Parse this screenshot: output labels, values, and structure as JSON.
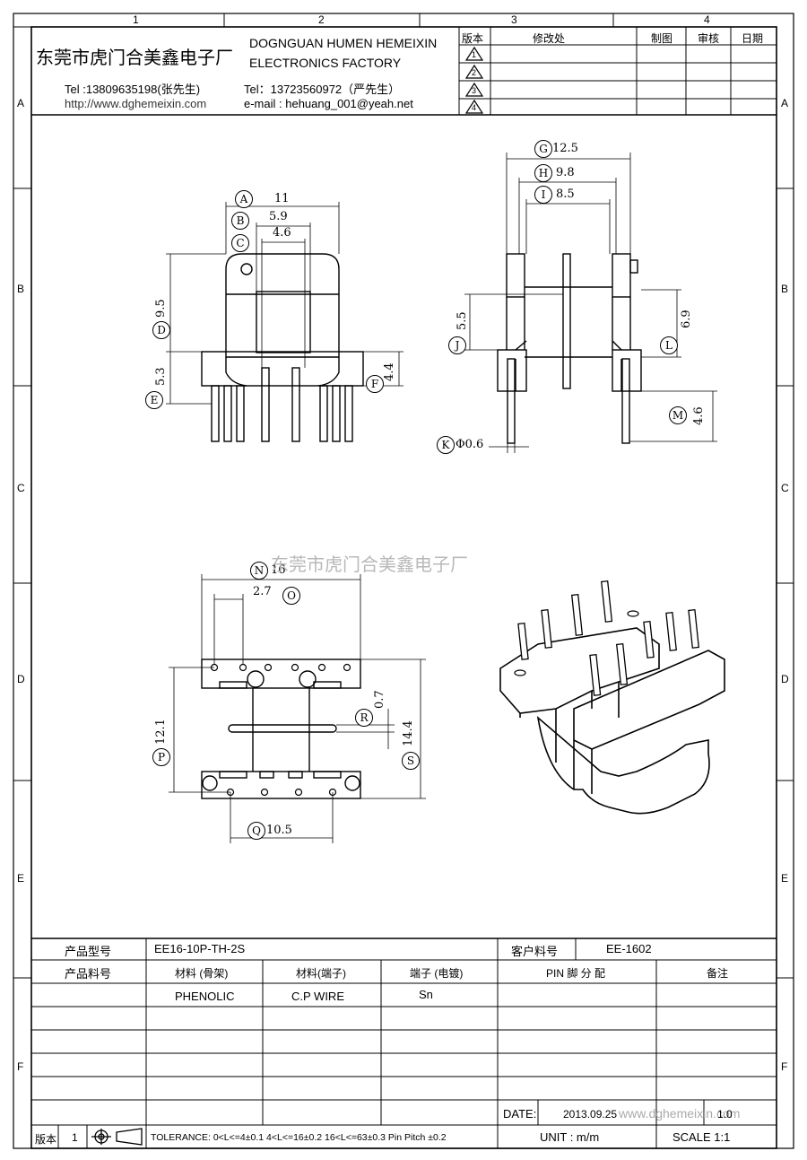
{
  "border": {
    "columns": [
      "1",
      "2",
      "3",
      "4"
    ],
    "rows": [
      "A",
      "B",
      "C",
      "D",
      "E",
      "F"
    ]
  },
  "header": {
    "company_cn": "东莞市虎门合美鑫电子厂",
    "company_en_line1": "DOGNGUAN HUMEN HEMEIXIN",
    "company_en_line2": "ELECTRONICS FACTORY",
    "tel1": "Tel :13809635198(张先生)",
    "website": "http://www.dghemeixin.com",
    "tel2": "Tel：13723560972（严先生）",
    "email": "e-mail : hehuang_001@yeah.net"
  },
  "revision_table": {
    "headers": [
      "版本",
      "修改处",
      "制图",
      "审核",
      "日期"
    ],
    "rows": [
      "1",
      "2",
      "3",
      "4"
    ]
  },
  "dimensions": {
    "A": "11",
    "B": "5.9",
    "C": "4.6",
    "D": "9.5",
    "E": "5.3",
    "F": "4.4",
    "G": "12.5",
    "H": "9.8",
    "I": "8.5",
    "J": "5.5",
    "K": "Φ0.6",
    "L": "6.9",
    "M": "4.6",
    "N": "16",
    "O": "2.7",
    "P": "12.1",
    "Q": "10.5",
    "R": "0.7",
    "S": "14.4"
  },
  "watermark": "东莞市虎门合美鑫电子厂",
  "title_block": {
    "product_model_label": "产品型号",
    "product_model": "EE16-10P-TH-2S",
    "customer_part_label": "客户料号",
    "customer_part": "EE-1602",
    "product_part_label": "产品料号",
    "material_bobbin_label": "材料 (骨架)",
    "material_pin_label": "材料(端子)",
    "terminal_plating_label": "端子 (电镀)",
    "pin_assignment_label": "PIN 脚 分 配",
    "remarks_label": "备注",
    "material_bobbin": "PHENOLIC",
    "material_pin": "C.P WIRE",
    "terminal_plating": "Sn",
    "date_label": "DATE:",
    "date": "2013.09.25",
    "version_label": "版本",
    "version": "1",
    "tolerance": "TOLERANCE:  0<L<=4±0.1  4<L<=16±0.2  16<L<=63±0.3  Pin Pitch  ±0.2",
    "unit": "UNIT : m/m",
    "scale": "SCALE    1:1",
    "watermark_url": "www.dghemeixin.com",
    "version_small": "1.0"
  }
}
